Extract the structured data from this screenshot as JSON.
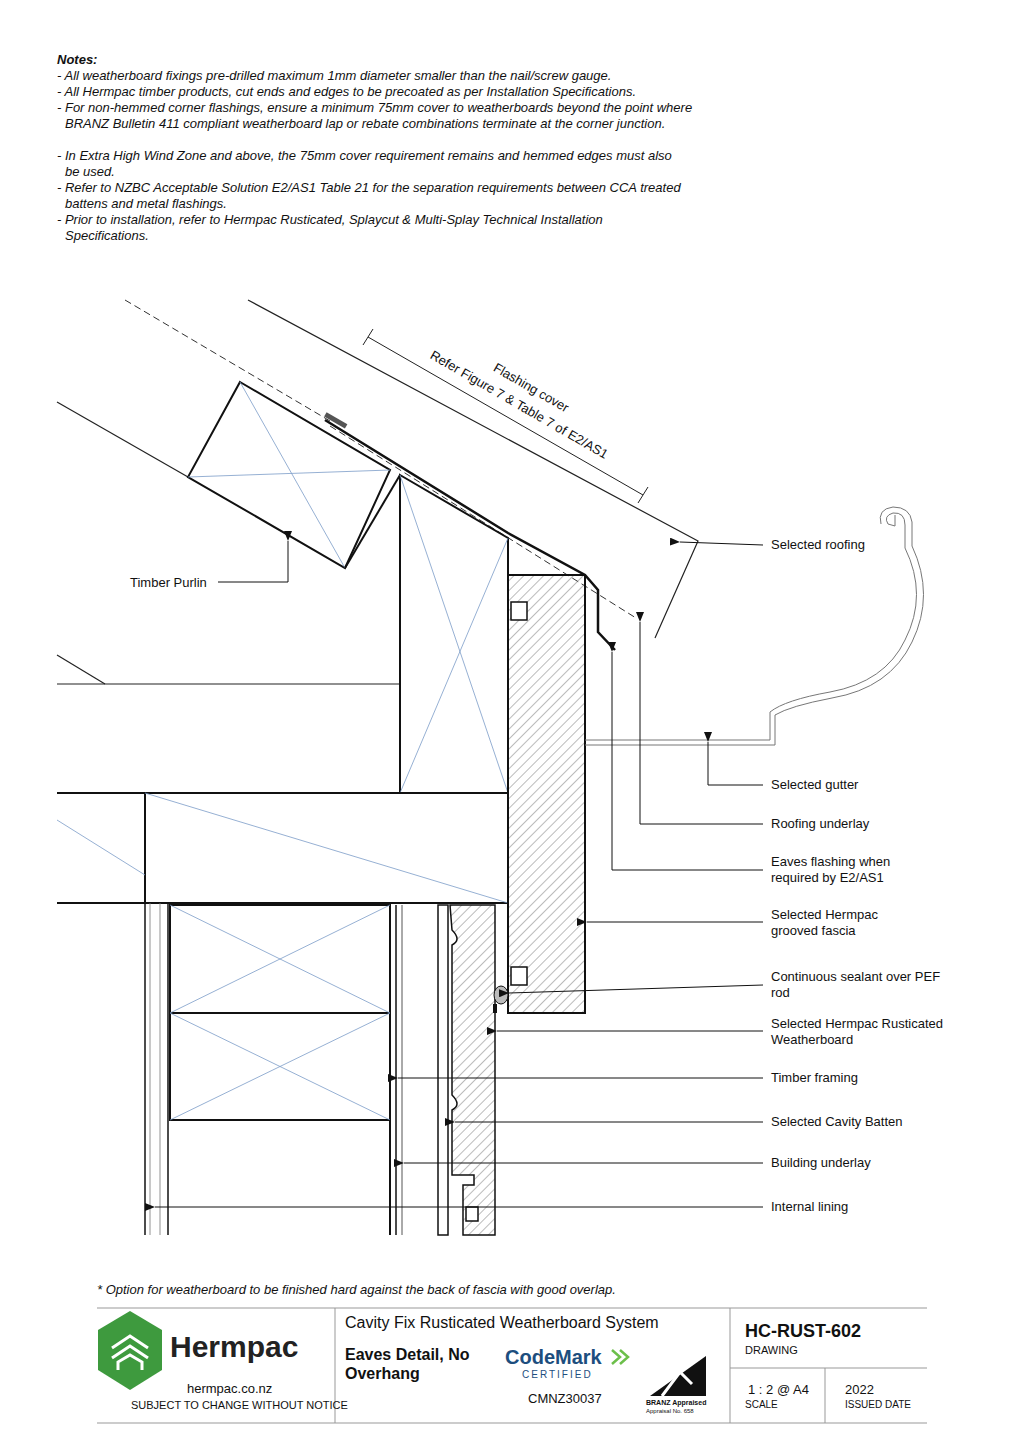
{
  "diagram": {
    "labels": [
      "Notes:",
      "- All weatherboard fixings pre-drilled maximum 1mm diameter smaller than the nail/screw gauge.",
      "- All Hermpac timber products, cut ends and edges to be precoated as per Installation Specifications.",
      "- For non-hemmed corner flashings, ensure a minimum 75mm cover to weatherboards beyond the point where BRANZ Bulletin 411 compliant weatherboard lap or rebate combinations terminate at the corner junction.",
      "- In Extra High Wind Zone and above, the 75mm cover requirement remains and hemmed edges must also be used.",
      "- Refer to NZBC Acceptable Solution E2/AS1 Table 21 for the separation requirements between CCA treated battens and metal flashings.",
      "- Prior to installation, refer to Hermpac Rusticated, Splaycut & Multi-Splay Technical Installation Specifications.",
      "Flashing cover",
      "Refer Figure 7 & Table 7 of E2/AS1",
      "Timber Purlin",
      "Selected roofing",
      "Selected gutter",
      "Roofing underlay",
      "Eaves flashing when required by E2/AS1",
      "Selected Hermpac grooved fascia",
      "Continuous sealant over PEF rod",
      "Selected Hermpac Rusticated Weatherboard",
      "Timber framing",
      "Selected Cavity Batten",
      "Building underlay",
      "Internal lining",
      "* Option for weatherboard to be finished hard against the back of fascia with good overlap.",
      "Hermpac",
      "hermpac.co.nz",
      "SUBJECT TO CHANGE WITHOUT NOTICE",
      "Cavity Fix Rusticated Weatherboard System",
      "Eaves Detail, No Overhang",
      "CodeMark",
      "CERTIFIED",
      "CMNZ30037",
      "BRANZ Appraised",
      "Appraisal No. 658",
      "HC-RUST-602",
      "DRAWING",
      "1 : 2 @ A4",
      "SCALE",
      "2022",
      "ISSUED DATE"
    ]
  }
}
